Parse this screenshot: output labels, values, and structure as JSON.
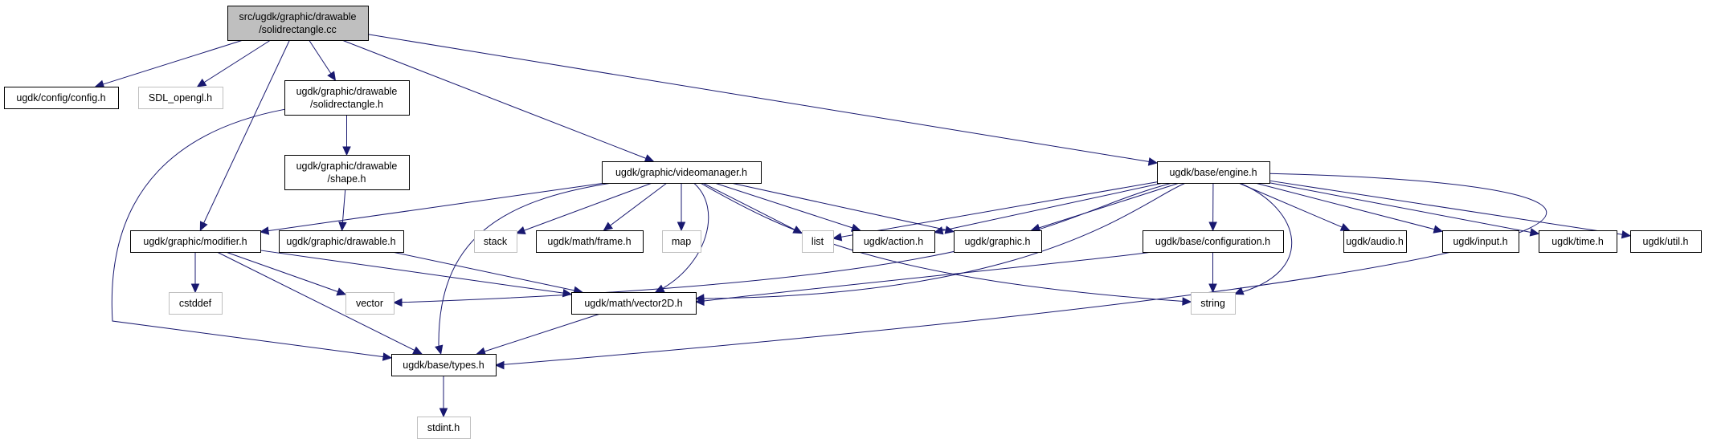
{
  "diagram": {
    "type": "include-dependency-graph",
    "colors": {
      "edge": "#191970",
      "root_fill": "#bfbfbf",
      "documented_border": "#000000",
      "external_border": "#bfbfbf",
      "node_fill": "#ffffff"
    },
    "nodes": [
      {
        "id": "root",
        "lines": [
          "src/ugdk/graphic/drawable",
          "/solidrectangle.cc"
        ],
        "kind": "root"
      },
      {
        "id": "config",
        "lines": [
          "ugdk/config/config.h"
        ],
        "kind": "documented"
      },
      {
        "id": "sdl",
        "lines": [
          "SDL_opengl.h"
        ],
        "kind": "external"
      },
      {
        "id": "solidrect_h",
        "lines": [
          "ugdk/graphic/drawable",
          "/solidrectangle.h"
        ],
        "kind": "documented"
      },
      {
        "id": "shape",
        "lines": [
          "ugdk/graphic/drawable",
          "/shape.h"
        ],
        "kind": "documented"
      },
      {
        "id": "videomanager",
        "lines": [
          "ugdk/graphic/videomanager.h"
        ],
        "kind": "documented"
      },
      {
        "id": "engine",
        "lines": [
          "ugdk/base/engine.h"
        ],
        "kind": "documented"
      },
      {
        "id": "modifier",
        "lines": [
          "ugdk/graphic/modifier.h"
        ],
        "kind": "documented"
      },
      {
        "id": "drawable",
        "lines": [
          "ugdk/graphic/drawable.h"
        ],
        "kind": "documented"
      },
      {
        "id": "stack",
        "lines": [
          "stack"
        ],
        "kind": "external"
      },
      {
        "id": "frame",
        "lines": [
          "ugdk/math/frame.h"
        ],
        "kind": "documented"
      },
      {
        "id": "map",
        "lines": [
          "map"
        ],
        "kind": "external"
      },
      {
        "id": "list",
        "lines": [
          "list"
        ],
        "kind": "external"
      },
      {
        "id": "action",
        "lines": [
          "ugdk/action.h"
        ],
        "kind": "documented"
      },
      {
        "id": "graphic",
        "lines": [
          "ugdk/graphic.h"
        ],
        "kind": "documented"
      },
      {
        "id": "configuration",
        "lines": [
          "ugdk/base/configuration.h"
        ],
        "kind": "documented"
      },
      {
        "id": "audio",
        "lines": [
          "ugdk/audio.h"
        ],
        "kind": "documented"
      },
      {
        "id": "input",
        "lines": [
          "ugdk/input.h"
        ],
        "kind": "documented"
      },
      {
        "id": "time",
        "lines": [
          "ugdk/time.h"
        ],
        "kind": "documented"
      },
      {
        "id": "util",
        "lines": [
          "ugdk/util.h"
        ],
        "kind": "documented"
      },
      {
        "id": "cstddef",
        "lines": [
          "cstddef"
        ],
        "kind": "external"
      },
      {
        "id": "vector",
        "lines": [
          "vector"
        ],
        "kind": "external"
      },
      {
        "id": "vector2d",
        "lines": [
          "ugdk/math/vector2D.h"
        ],
        "kind": "documented"
      },
      {
        "id": "string",
        "lines": [
          "string"
        ],
        "kind": "external"
      },
      {
        "id": "types",
        "lines": [
          "ugdk/base/types.h"
        ],
        "kind": "documented"
      },
      {
        "id": "stdint",
        "lines": [
          "stdint.h"
        ],
        "kind": "external"
      }
    ],
    "edges": [
      {
        "from": "root",
        "to": "config"
      },
      {
        "from": "root",
        "to": "sdl"
      },
      {
        "from": "root",
        "to": "solidrect_h"
      },
      {
        "from": "root",
        "to": "modifier"
      },
      {
        "from": "root",
        "to": "videomanager"
      },
      {
        "from": "root",
        "to": "engine"
      },
      {
        "from": "solidrect_h",
        "to": "shape"
      },
      {
        "from": "solidrect_h",
        "to": "types"
      },
      {
        "from": "shape",
        "to": "drawable"
      },
      {
        "from": "drawable",
        "to": "vector2d"
      },
      {
        "from": "modifier",
        "to": "cstddef"
      },
      {
        "from": "modifier",
        "to": "vector"
      },
      {
        "from": "modifier",
        "to": "vector2d"
      },
      {
        "from": "modifier",
        "to": "types"
      },
      {
        "from": "videomanager",
        "to": "modifier"
      },
      {
        "from": "videomanager",
        "to": "types"
      },
      {
        "from": "videomanager",
        "to": "stack"
      },
      {
        "from": "videomanager",
        "to": "frame"
      },
      {
        "from": "videomanager",
        "to": "map"
      },
      {
        "from": "videomanager",
        "to": "vector2d"
      },
      {
        "from": "videomanager",
        "to": "list"
      },
      {
        "from": "videomanager",
        "to": "action"
      },
      {
        "from": "videomanager",
        "to": "graphic"
      },
      {
        "from": "videomanager",
        "to": "string"
      },
      {
        "from": "engine",
        "to": "list"
      },
      {
        "from": "engine",
        "to": "action"
      },
      {
        "from": "engine",
        "to": "graphic"
      },
      {
        "from": "engine",
        "to": "vector"
      },
      {
        "from": "engine",
        "to": "vector2d"
      },
      {
        "from": "engine",
        "to": "configuration"
      },
      {
        "from": "engine",
        "to": "string"
      },
      {
        "from": "engine",
        "to": "audio"
      },
      {
        "from": "engine",
        "to": "input"
      },
      {
        "from": "engine",
        "to": "time"
      },
      {
        "from": "engine",
        "to": "util"
      },
      {
        "from": "engine",
        "to": "types"
      },
      {
        "from": "configuration",
        "to": "string"
      },
      {
        "from": "configuration",
        "to": "vector2d"
      },
      {
        "from": "vector2d",
        "to": "types"
      },
      {
        "from": "types",
        "to": "stdint"
      }
    ]
  }
}
